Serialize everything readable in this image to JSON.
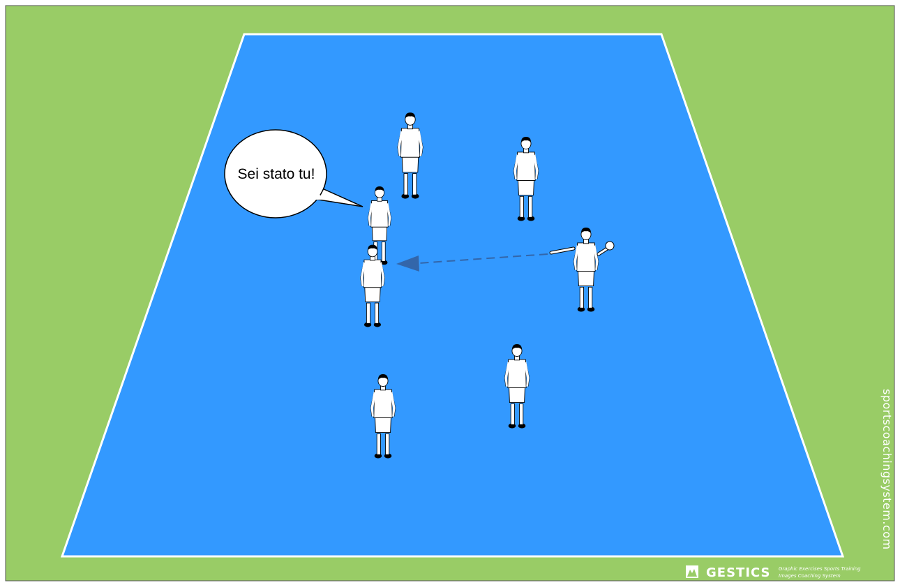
{
  "diagram": {
    "field_color": "#3399ff",
    "grass_color": "#99cc66",
    "line_color": "#ffffff",
    "speech_bubble": {
      "text": "Sei stato tu!"
    },
    "watermark": "sportscoachingsystem.com",
    "brand": {
      "name": "GESTICS",
      "tagline_1": "Graphic Exercises Sports Training",
      "tagline_2": "Images Coaching System",
      "icon": "gestics-logo-icon"
    },
    "players": [
      {
        "id": "player-top-left",
        "role": "standing"
      },
      {
        "id": "player-top-right",
        "role": "standing"
      },
      {
        "id": "player-speaking",
        "role": "speaking"
      },
      {
        "id": "player-target",
        "role": "back-turned"
      },
      {
        "id": "player-thrower",
        "role": "throwing",
        "holds": "ball"
      },
      {
        "id": "player-bottom-left",
        "role": "back-turned"
      },
      {
        "id": "player-bottom-right",
        "role": "back-turned"
      }
    ],
    "pass_arrow": {
      "style": "dashed",
      "color": "#3366aa",
      "from": "player-thrower",
      "to": "player-target"
    }
  }
}
